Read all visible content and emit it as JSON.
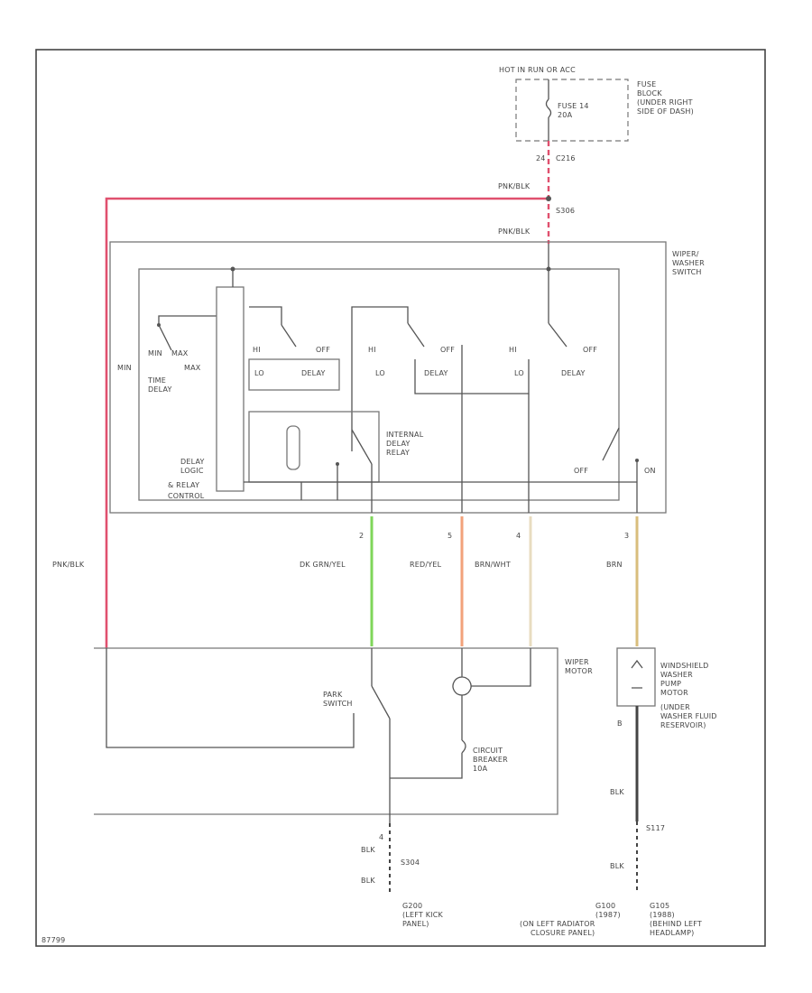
{
  "labels": {
    "hot_in_run": "HOT IN RUN OR ACC",
    "fuse": [
      "FUSE 14",
      "20A"
    ],
    "fuse_block": [
      "FUSE",
      "BLOCK",
      "(UNDER RIGHT",
      "SIDE OF DASH)"
    ],
    "pin_24": "24",
    "conn_c216": "C216",
    "wire_pnk_blk": "PNK/BLK",
    "splice_s306": "S306",
    "wiper_washer_switch": [
      "WIPER/",
      "WASHER",
      "SWITCH"
    ],
    "min": "MIN",
    "max": "MAX",
    "time_delay": [
      "TIME",
      "DELAY"
    ],
    "hi": "HI",
    "off": "OFF",
    "lo": "LO",
    "delay": "DELAY",
    "internal_delay_relay": [
      "INTERNAL",
      "DELAY",
      "RELAY"
    ],
    "delay_logic": [
      "DELAY",
      "LOGIC",
      "& RELAY",
      "CONTROL"
    ],
    "on": "ON",
    "pins": [
      "2",
      "5",
      "4",
      "3"
    ],
    "wire_dk_grn_yel": "DK GRN/YEL",
    "wire_red_yel": "RED/YEL",
    "wire_brn_wht": "BRN/WHT",
    "wire_brn": "BRN",
    "wiper_motor": [
      "WIPER",
      "MOTOR"
    ],
    "park_switch": [
      "PARK",
      "SWITCH"
    ],
    "circuit_breaker": [
      "CIRCUIT",
      "BREAKER",
      "10A"
    ],
    "washer_pump_motor": [
      "WINDSHIELD",
      "WASHER",
      "PUMP",
      "MOTOR",
      "(UNDER",
      "WASHER FLUID",
      "RESERVOIR)"
    ],
    "pin_b": "B",
    "wire_blk": "BLK",
    "splice_s117": "S117",
    "pin_4": "4",
    "conn_s304": "S304",
    "ground_g200": [
      "G200",
      "(LEFT KICK",
      "PANEL)"
    ],
    "ground_g100": [
      "G100",
      "(1987)",
      "(ON LEFT RADIATOR",
      "CLOSURE PANEL)"
    ],
    "ground_g105": [
      "G105",
      "(1988)",
      "(BEHIND LEFT",
      "HEADLAMP)"
    ],
    "diagram_id": "87799"
  },
  "colors": {
    "pnk_blk": "#e0506e",
    "dk_grn_yel": "#7fd65a",
    "red_yel": "#f2a27a",
    "brn_wht": "#e8dcc0",
    "brn": "#d9be7c",
    "blk": "#444444",
    "line": "#555555"
  }
}
